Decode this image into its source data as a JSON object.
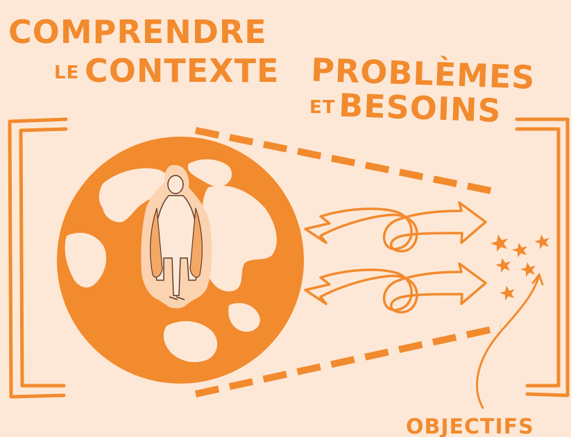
{
  "title_left": {
    "small": "LE",
    "line1": "COMPRENDRE",
    "line2": "CONTEXTE"
  },
  "title_right": {
    "line1": "PROBLÈMES",
    "small": "ET",
    "line2": "BESOINS"
  },
  "label_bottom": "OBJECTIFS",
  "colors": {
    "background": "#fde8d7",
    "accent": "#f28a2e",
    "pale": "#fbd3b0",
    "dark": "#5a3a2a"
  },
  "icons": [
    "globe-icon",
    "hero-figure-icon",
    "ribbon-arrow-icon",
    "sparkle-icon",
    "bracket-icon"
  ]
}
